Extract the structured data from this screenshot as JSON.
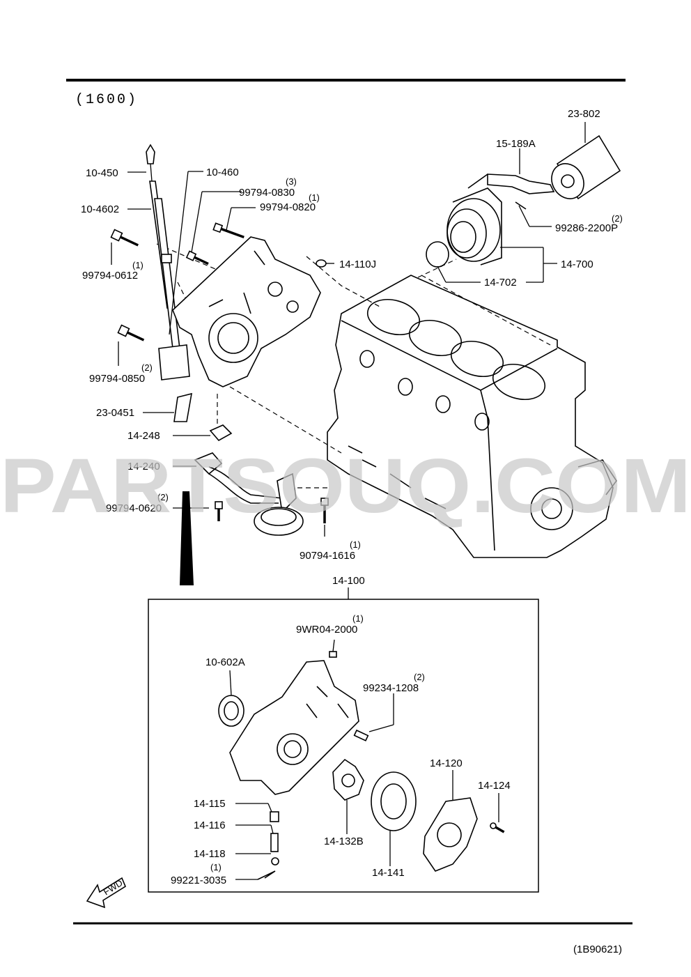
{
  "header": {
    "variant": "(1600)"
  },
  "footer": {
    "code": "(1B90621)"
  },
  "watermark": "PARTSOUQ.COM",
  "fwd_label": "FWD",
  "assembly_label": "14-100",
  "parts": [
    {
      "id": "10-450"
    },
    {
      "id": "10-460"
    },
    {
      "id": "10-4602"
    },
    {
      "id": "99794-0830",
      "qty": "(3)"
    },
    {
      "id": "99794-0820",
      "qty": "(1)"
    },
    {
      "id": "99794-0612",
      "qty": "(1)"
    },
    {
      "id": "14-110J"
    },
    {
      "id": "99794-0850",
      "qty": "(2)"
    },
    {
      "id": "23-0451"
    },
    {
      "id": "14-248"
    },
    {
      "id": "14-240"
    },
    {
      "id": "99794-0620",
      "qty": "(2)"
    },
    {
      "id": "90794-1616",
      "qty": "(1)"
    },
    {
      "id": "23-802"
    },
    {
      "id": "15-189A"
    },
    {
      "id": "99286-2200P",
      "qty": "(2)"
    },
    {
      "id": "14-700"
    },
    {
      "id": "14-702"
    },
    {
      "id": "9WR04-2000",
      "qty": "(1)"
    },
    {
      "id": "10-602A"
    },
    {
      "id": "99234-1208",
      "qty": "(2)"
    },
    {
      "id": "14-115"
    },
    {
      "id": "14-116"
    },
    {
      "id": "14-118"
    },
    {
      "id": "99221-3035",
      "qty": "(1)"
    },
    {
      "id": "14-132B"
    },
    {
      "id": "14-141"
    },
    {
      "id": "14-120"
    },
    {
      "id": "14-124"
    }
  ]
}
